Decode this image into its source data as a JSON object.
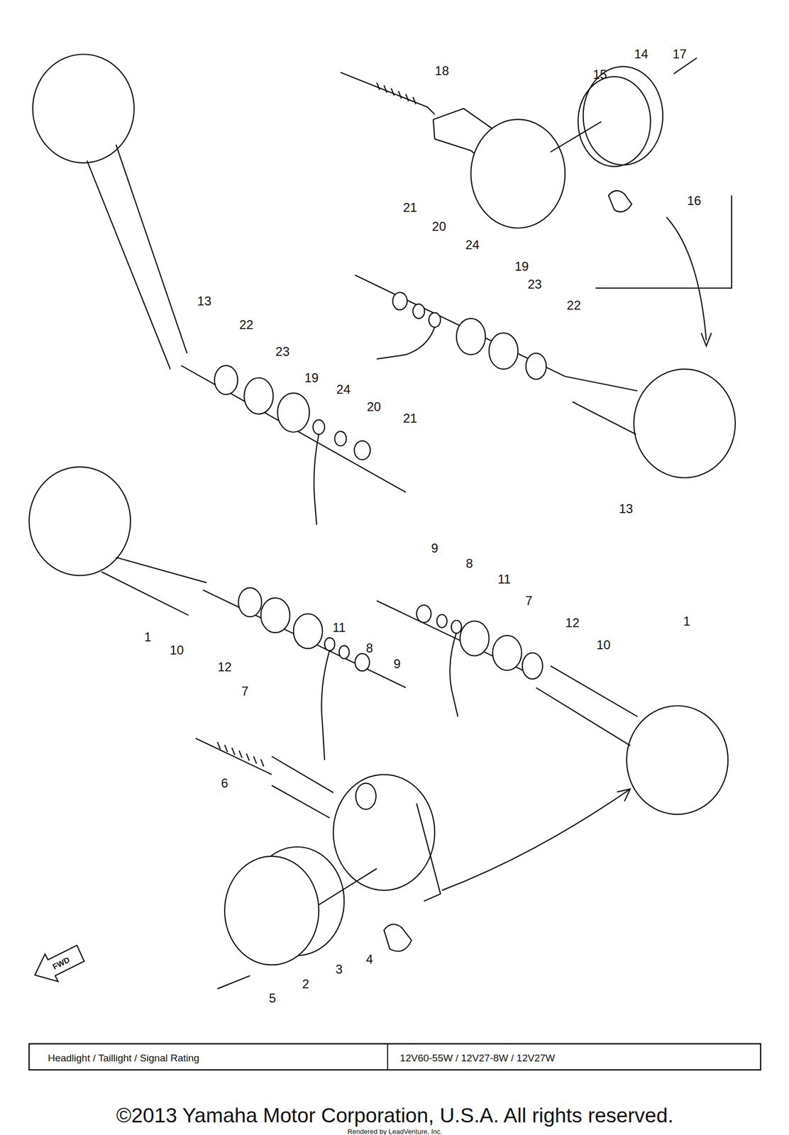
{
  "diagram": {
    "labels": [
      "17",
      "14",
      "18",
      "15",
      "16",
      "21",
      "20",
      "24",
      "19",
      "23",
      "22",
      "13",
      "22",
      "23",
      "19",
      "24",
      "20",
      "21",
      "13",
      "9",
      "8",
      "11",
      "7",
      "12",
      "10",
      "1",
      "11",
      "8",
      "9",
      "1",
      "10",
      "12",
      "7",
      "6",
      "4",
      "3",
      "2",
      "5",
      "FWD",
      "Headlight / Taillight / Signal Rating",
      "12V60-55W / 12V27-8W / 12V27W",
      "©2013 Yamaha Motor Corporation, U.S.A. All rights reserved.",
      "Rendered by LeadVenture, Inc."
    ]
  }
}
